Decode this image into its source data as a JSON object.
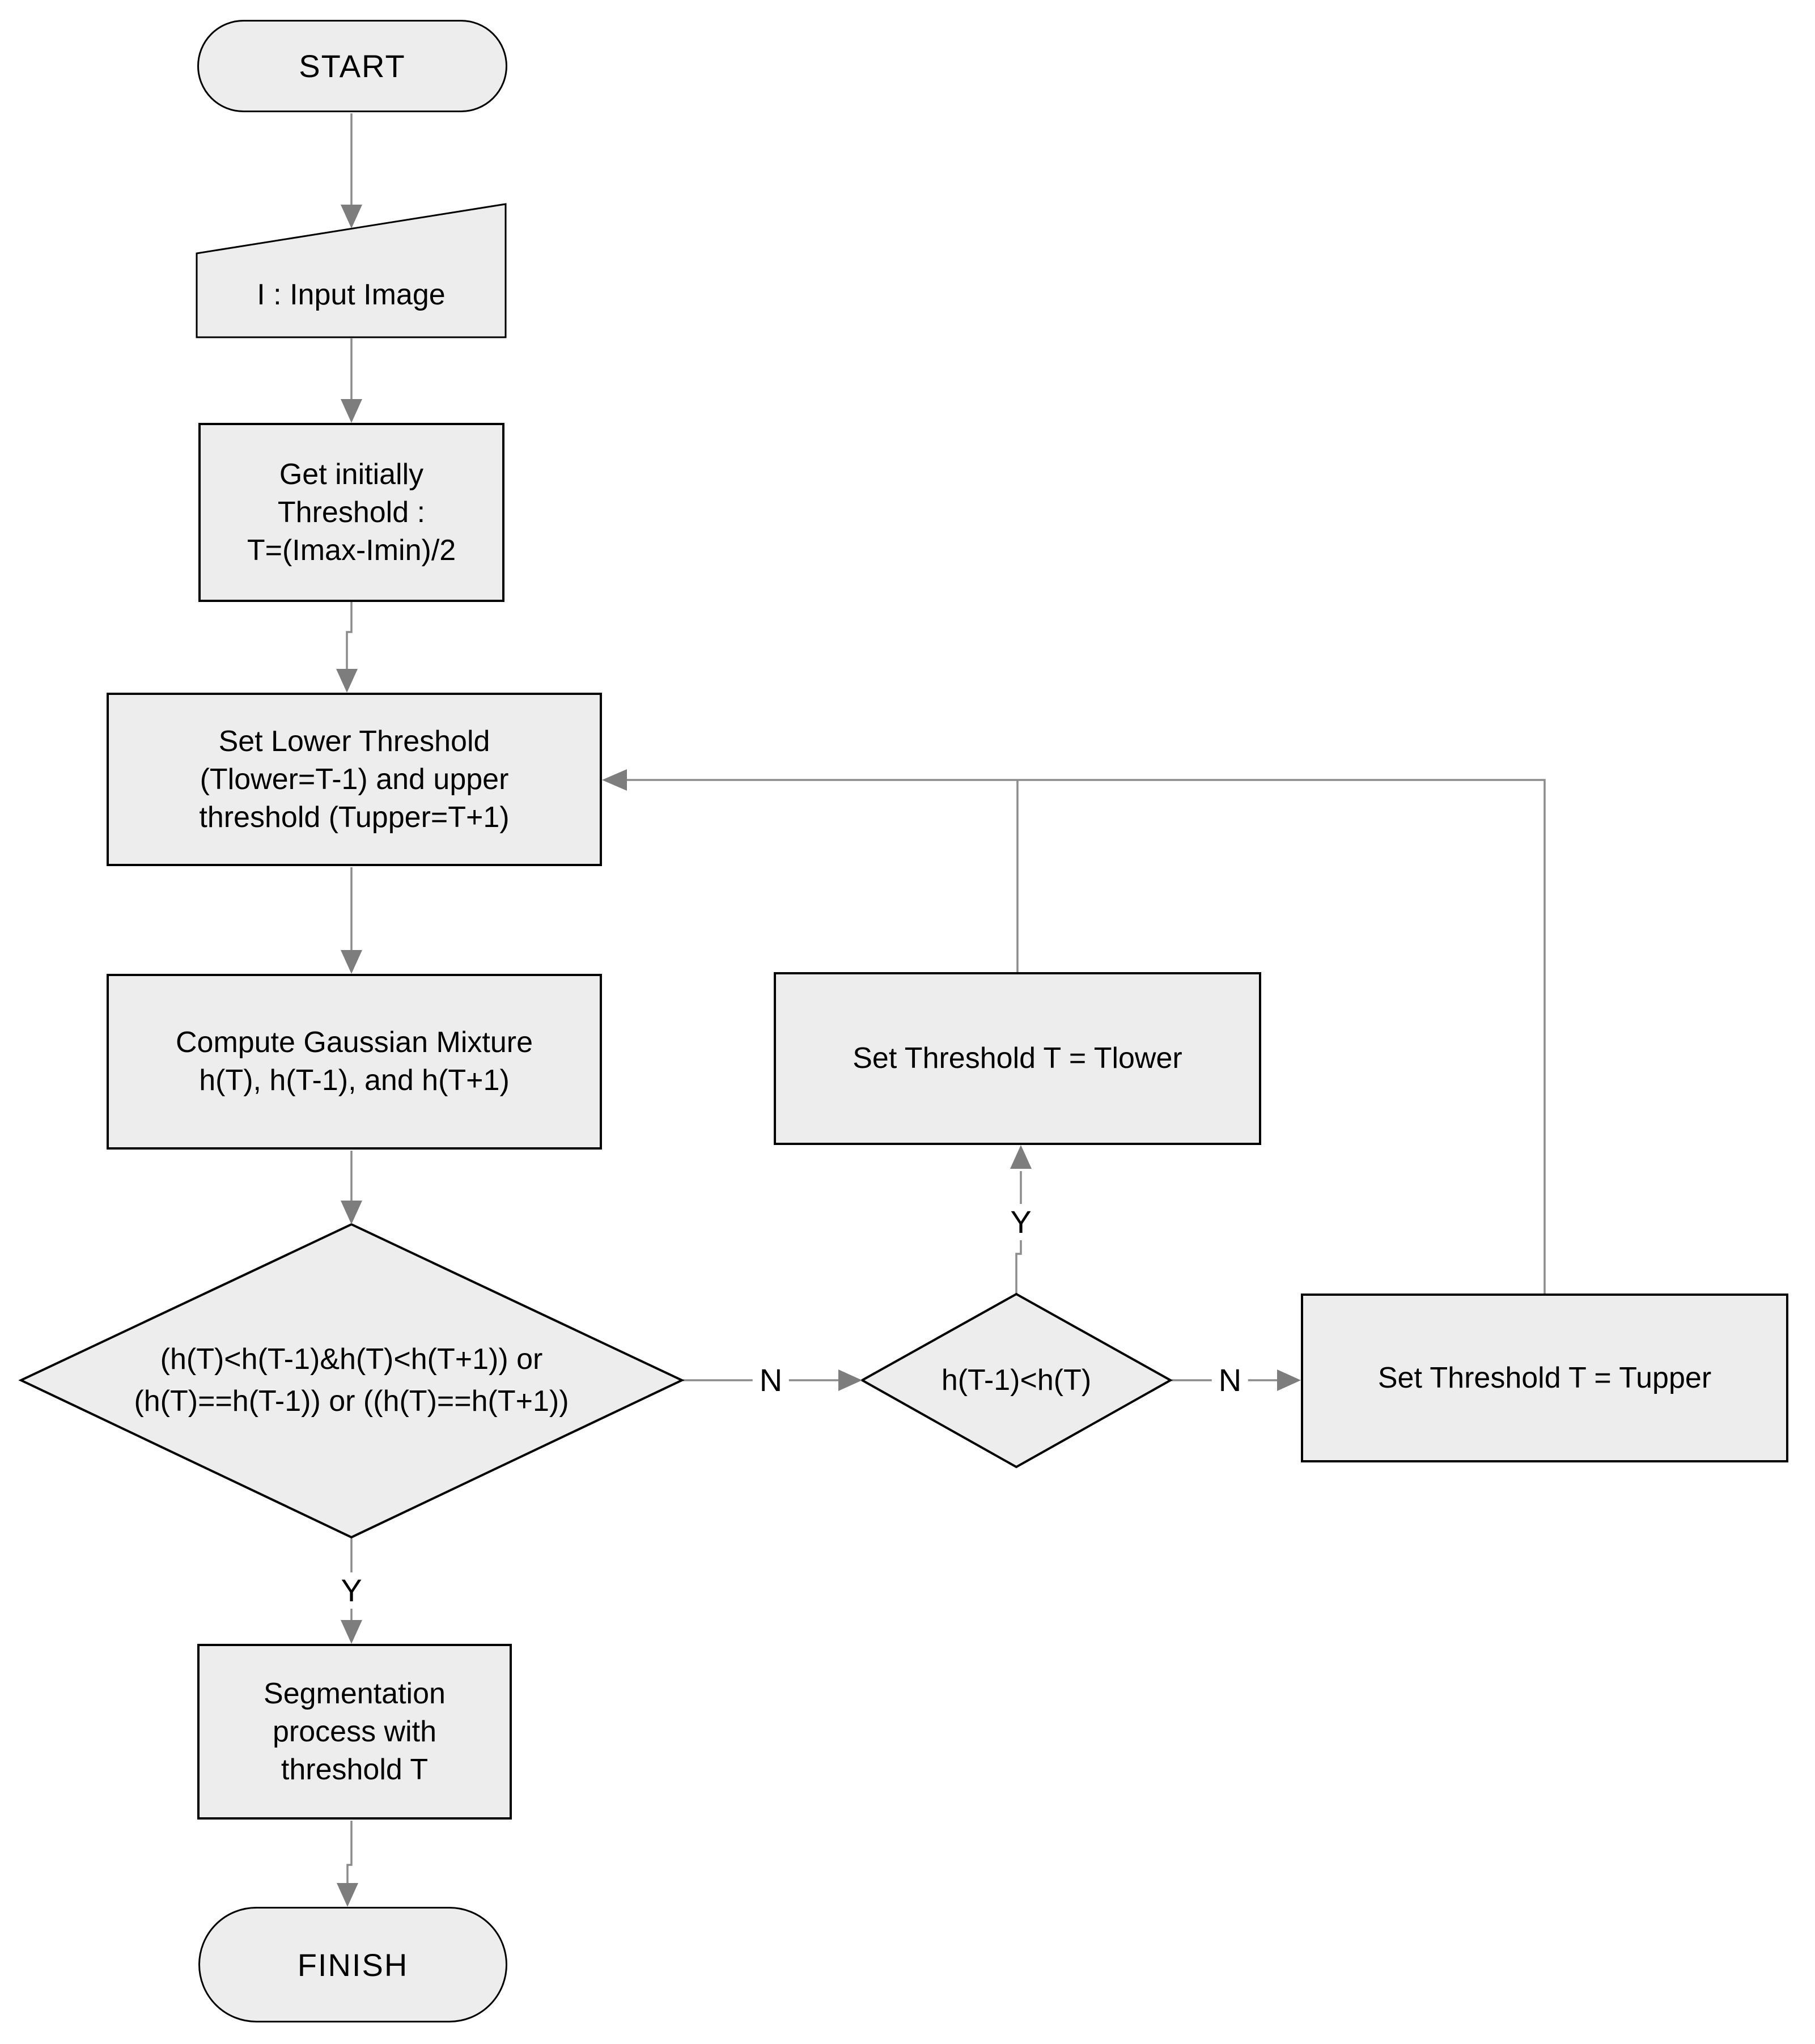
{
  "colors": {
    "node_fill": "#ededed",
    "node_border": "#000000",
    "connector": "#8c8c8c",
    "arrowhead": "#7d7d7d",
    "text": "#000000",
    "background": "#ffffff"
  },
  "nodes": {
    "start": {
      "type": "terminator",
      "label": "START"
    },
    "input_image": {
      "type": "manual-input",
      "label": "I : Input Image"
    },
    "init_threshold": {
      "type": "process",
      "lines": [
        "Get initially",
        "Threshold :",
        "T=(Imax-Imin)/2"
      ]
    },
    "set_bounds": {
      "type": "process",
      "lines": [
        "Set Lower Threshold",
        "(Tlower=T-1) and upper",
        "threshold (Tupper=T+1)"
      ]
    },
    "compute_gaussian": {
      "type": "process",
      "lines": [
        "Compute Gaussian Mixture",
        "h(T), h(T-1), and h(T+1)"
      ]
    },
    "main_decision": {
      "type": "decision",
      "lines": [
        "(h(T)<h(T-1)&h(T)<h(T+1)) or",
        "(h(T)==h(T-1)) or ((h(T)==h(T+1))"
      ]
    },
    "compare_decision": {
      "type": "decision",
      "label": "h(T-1)<h(T)"
    },
    "set_tlower": {
      "type": "process",
      "label": "Set Threshold T = Tlower"
    },
    "set_tupper": {
      "type": "process",
      "label": "Set Threshold T = Tupper"
    },
    "segmentation": {
      "type": "process",
      "lines": [
        "Segmentation",
        "process with",
        "threshold T"
      ]
    },
    "finish": {
      "type": "terminator",
      "label": "FINISH"
    }
  },
  "edge_labels": {
    "main_yes": "Y",
    "main_no": "N",
    "compare_yes": "Y",
    "compare_no": "N"
  }
}
